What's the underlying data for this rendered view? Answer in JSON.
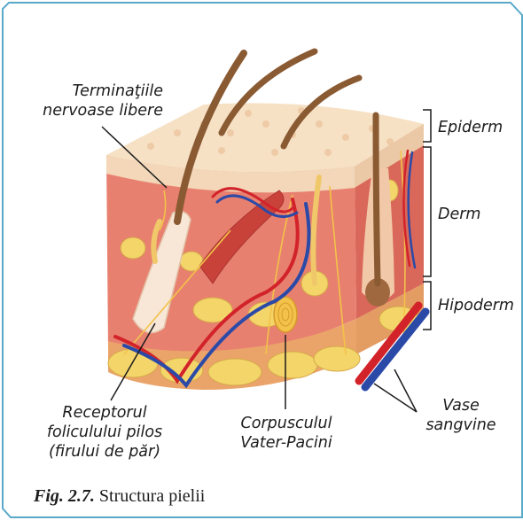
{
  "labels": {
    "free_nerve_endings": [
      "Terminaţiile",
      "nervoase libere"
    ],
    "epidermis": "Epiderm",
    "dermis": "Derm",
    "hypodermis": "Hipoderm",
    "hair_follicle_receptor": [
      "Receptorul",
      "foliculului pilos",
      "(firului de păr)"
    ],
    "pacinian_corpuscle": [
      "Corpusculul",
      "Vater-Pacini"
    ],
    "blood_vessels": [
      "Vase",
      "sangvine"
    ]
  },
  "caption": {
    "figure_number": "Fig. 2.7.",
    "title": "Structura pielii"
  },
  "colors": {
    "frame": "#5aa9c9",
    "epidermis": "#f3dcc0",
    "dermis": "#e8806f",
    "hypodermis": "#f2d66e",
    "hair": "#8a5a33",
    "artery": "#d2232a",
    "vein": "#2b4aa8"
  }
}
